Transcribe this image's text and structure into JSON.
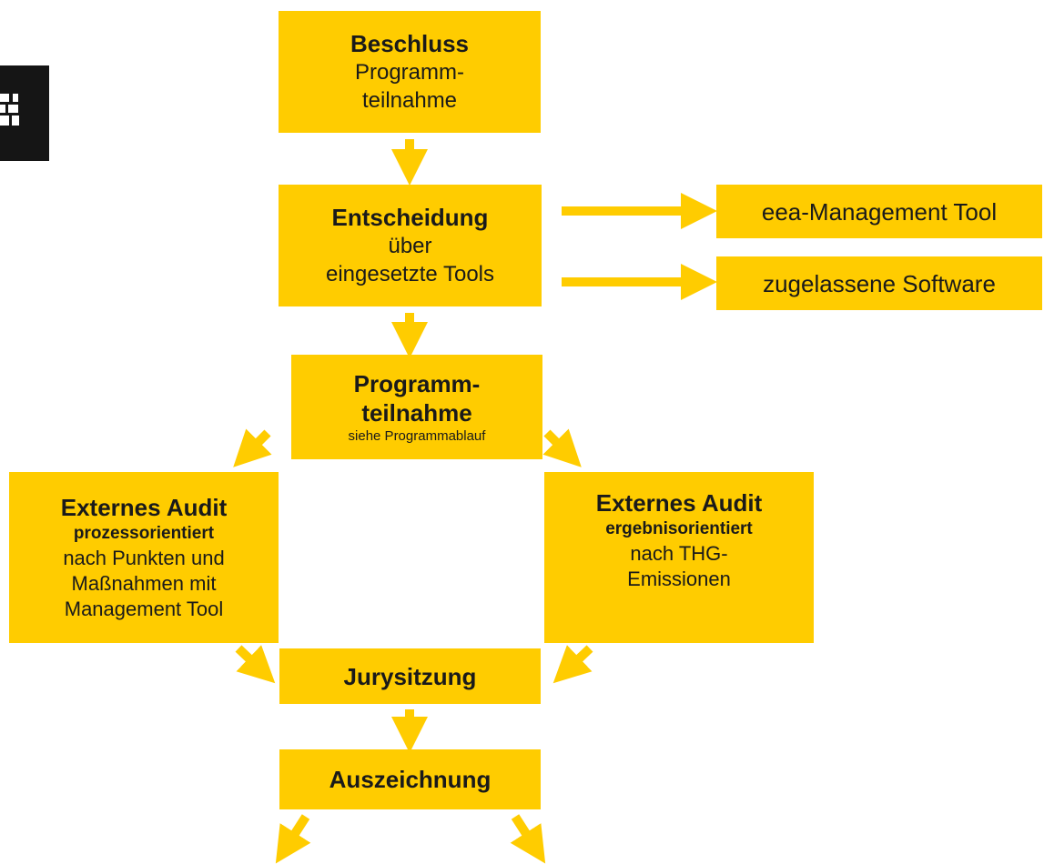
{
  "colors": {
    "box_fill": "#FFCC00",
    "arrow": "#FFCC00",
    "text": "#1a1a1a",
    "logo": "#151515"
  },
  "logo": {
    "icon": "grid-logo-icon"
  },
  "nodes": {
    "beschluss": {
      "title": "Beschluss",
      "line1": "Programm-",
      "line2": "teilnahme"
    },
    "entscheidung": {
      "title": "Entscheidung",
      "line1": "über",
      "line2": "eingesetzte Tools"
    },
    "eea_tool": {
      "label": "eea-Management Tool"
    },
    "software": {
      "label": "zugelassene Software"
    },
    "programmteilnahme": {
      "title1": "Programm-",
      "title2": "teilnahme",
      "note": "siehe Programmablauf"
    },
    "audit_prozess": {
      "title": "Externes Audit",
      "subtitle": "prozessorientiert",
      "line1": "nach Punkten und",
      "line2": "Maßnahmen mit",
      "line3": "Management Tool"
    },
    "audit_ergebnis": {
      "title": "Externes Audit",
      "subtitle": "ergebnisorientiert",
      "line1": "nach THG-",
      "line2": "Emissionen"
    },
    "jury": {
      "title": "Jurysitzung"
    },
    "auszeichnung": {
      "title": "Auszeichnung"
    }
  }
}
